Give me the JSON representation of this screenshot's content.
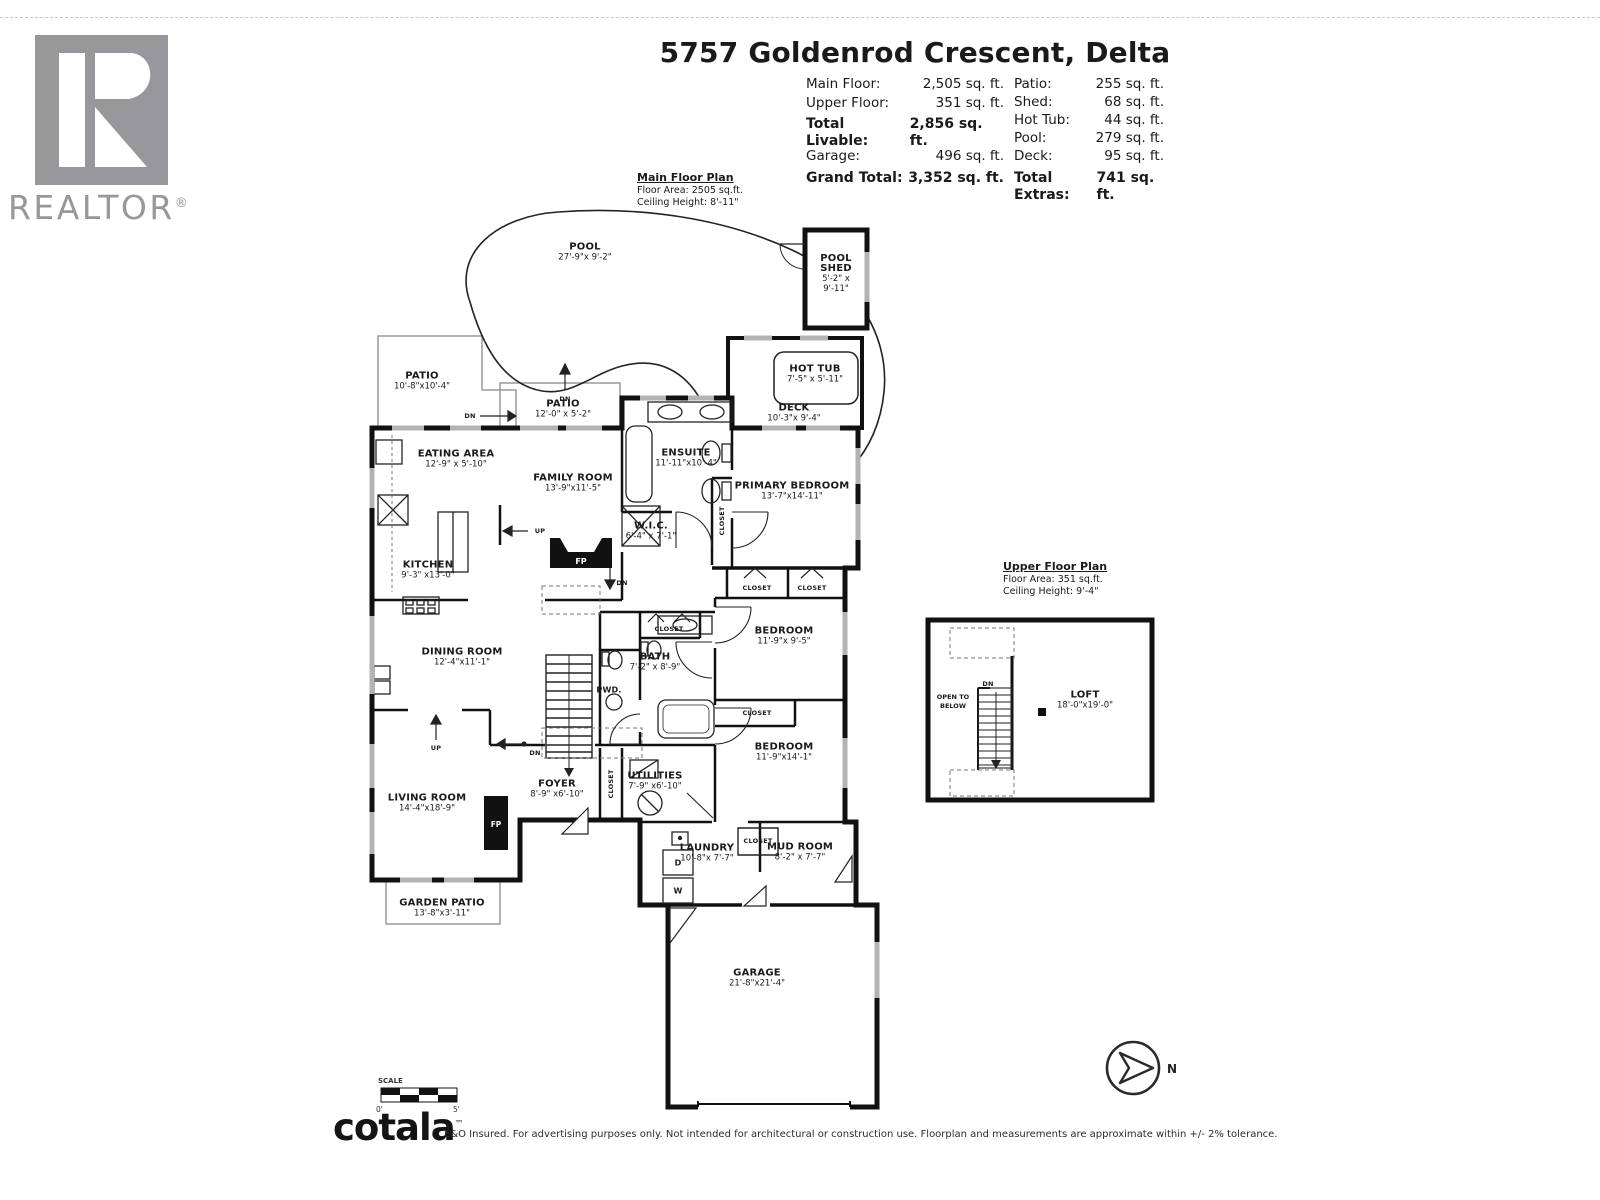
{
  "header": {
    "title": "5757 Goldenrod Crescent, Delta",
    "left_stats": [
      {
        "label": "Main Floor:",
        "value": "2,505 sq. ft."
      },
      {
        "label": "Upper Floor:",
        "value": "351 sq. ft."
      },
      {
        "label": "Total Livable:",
        "value": "2,856 sq. ft."
      },
      {
        "label": "Garage:",
        "value": "496 sq. ft."
      },
      {
        "label": "Grand Total:",
        "value": "3,352 sq. ft."
      }
    ],
    "right_stats": [
      {
        "label": "Patio:",
        "value": "255 sq. ft."
      },
      {
        "label": "Shed:",
        "value": "68 sq. ft."
      },
      {
        "label": "Hot Tub:",
        "value": "44 sq. ft."
      },
      {
        "label": "Pool:",
        "value": "279 sq. ft."
      },
      {
        "label": "Deck:",
        "value": "95 sq. ft."
      },
      {
        "label": "Total Extras:",
        "value": "741 sq. ft."
      }
    ]
  },
  "branding": {
    "realtor": "REALTOR",
    "reg": "®",
    "cotala": "cotala",
    "tm": "™"
  },
  "plans": {
    "main": {
      "title": "Main Floor Plan",
      "area": "Floor Area: 2505 sq.ft.",
      "ceiling": "Ceiling Height: 8'-11\""
    },
    "upper": {
      "title": "Upper Floor Plan",
      "area": "Floor Area: 351 sq.ft.",
      "ceiling": "Ceiling Height: 9'-4\""
    }
  },
  "rooms": {
    "pool": {
      "name": "POOL",
      "dims": "27'-9\"x 9'-2\""
    },
    "pool_shed": {
      "name": "POOL SHED",
      "dims": "5'-2\" x 9'-11\""
    },
    "patio_upper": {
      "name": "PATIO",
      "dims": "10'-8\"x10'-4\""
    },
    "patio_lower": {
      "name": "PATIO",
      "dims": "12'-0\" x 5'-2\""
    },
    "hot_tub": {
      "name": "HOT TUB",
      "dims": "7'-5\" x 5'-11\""
    },
    "deck": {
      "name": "DECK",
      "dims": "10'-3\"x 9'-4\""
    },
    "eating_area": {
      "name": "EATING AREA",
      "dims": "12'-9\" x 5'-10\""
    },
    "family_room": {
      "name": "FAMILY ROOM",
      "dims": "13'-9\"x11'-5\""
    },
    "ensuite": {
      "name": "ENSUITE",
      "dims": "11'-11\"x10'-4\""
    },
    "kitchen": {
      "name": "KITCHEN",
      "dims": "9'-3\" x13'-0\""
    },
    "wic": {
      "name": "W.I.C.",
      "dims": "6'-4\" x 7'-1\""
    },
    "primary_bedroom": {
      "name": "PRIMARY BEDROOM",
      "dims": "13'-7\"x14'-11\""
    },
    "dining_room": {
      "name": "DINING ROOM",
      "dims": "12'-4\"x11'-1\""
    },
    "bath": {
      "name": "BATH",
      "dims": "7'-2\" x 8'-9\""
    },
    "bedroom_1": {
      "name": "BEDROOM",
      "dims": "11'-9\"x 9'-5\""
    },
    "bedroom_2": {
      "name": "BEDROOM",
      "dims": "11'-9\"x14'-1\""
    },
    "living_room": {
      "name": "LIVING ROOM",
      "dims": "14'-4\"x18'-9\""
    },
    "foyer": {
      "name": "FOYER",
      "dims": "8'-9\" x6'-10\""
    },
    "utilities": {
      "name": "UTILITIES",
      "dims": "7'-9\" x6'-10\""
    },
    "laundry": {
      "name": "LAUNDRY",
      "dims": "10'-8\"x 7'-7\""
    },
    "mud_room": {
      "name": "MUD ROOM",
      "dims": "8'-2\" x 7'-7\""
    },
    "garage": {
      "name": "GARAGE",
      "dims": "21'-8\"x21'-4\""
    },
    "garden_patio": {
      "name": "GARDEN PATIO",
      "dims": "13'-8\"x3'-11\""
    },
    "loft": {
      "name": "LOFT",
      "dims": "18'-0\"x19'-0\""
    }
  },
  "labels": {
    "closet": "CLOSET",
    "pwd": "PWD.",
    "fp": "FP",
    "up": "UP",
    "dn": "DN",
    "d": "D",
    "w": "W",
    "open_to_below": "OPEN TO BELOW",
    "north": "N"
  },
  "scale": {
    "label": "SCALE",
    "start": "0'",
    "end": "5'"
  },
  "footer": {
    "disclaimer": "E&O Insured. For advertising purposes only. Not intended for architectural or construction use. Floorplan and measurements are approximate within +/- 2% tolerance."
  }
}
